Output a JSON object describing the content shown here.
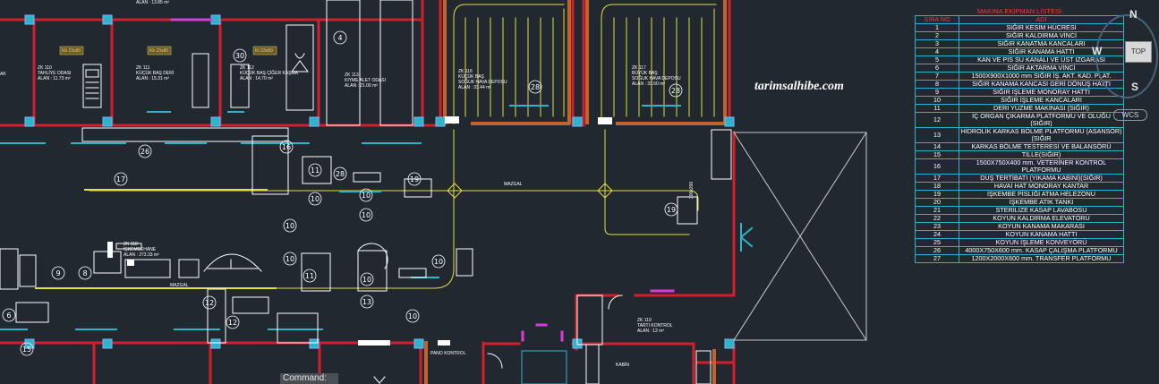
{
  "watermark": "tarimsalhibe.com",
  "command_line": {
    "label": "Command:"
  },
  "view_cube": {
    "north": "N",
    "west": "W",
    "south": "S",
    "top": "TOP",
    "ucs": "WCS"
  },
  "rooms": [
    {
      "id": "zk110",
      "lines": [
        "ZK 110",
        "TAHLİYE ODASI",
        "ALAN : 11.73 m²"
      ]
    },
    {
      "id": "zk111",
      "lines": [
        "ZK 111",
        "KÜÇÜK BAŞ DERİ",
        "ALAN : 15.31 m²"
      ]
    },
    {
      "id": "zk112",
      "lines": [
        "ZK 112",
        "KÜÇÜK BAŞ ÇİĞER KAŞMA",
        "ALAN : 14.70 m²"
      ]
    },
    {
      "id": "zk113",
      "lines": [
        "ZK 113",
        "KIYME ALET ODASI",
        "ALAN : 21.00 m²"
      ]
    },
    {
      "id": "zk116",
      "lines": [
        "ZK 116",
        "KÜÇÜK BAŞ",
        "SOĞUK HAVA DEPOSU",
        "ALAN : 33.44 m²"
      ]
    },
    {
      "id": "zk117",
      "lines": [
        "ZK 117",
        "BÜYÜK BAŞ",
        "SOĞUK HAVA DEPOSU",
        "ALAN : 33.50 m²"
      ]
    },
    {
      "id": "zk118",
      "lines": [
        "ZK 118",
        "İŞKEMBEHANE",
        "ALAN : 273.33 m²"
      ]
    },
    {
      "id": "zk119",
      "lines": [
        "ZK 119",
        "TARTI KONTROL",
        "ALAN : 12 m²"
      ]
    }
  ],
  "labels": {
    "top_area": "ALAN : 13.85 m²",
    "ak": "AK",
    "mazgal_upper": "MAZGAL",
    "mazgal_lower": "MAZGAL",
    "pano": "PANO KONTROL",
    "kabin": "KABİN",
    "door_a": "Kb 23x80",
    "door_b": "Kb 23x80",
    "door_c": "Kt 23x80",
    "dim_right": "300x200"
  },
  "markers": [
    "17",
    "16",
    "26",
    "15",
    "28",
    "19",
    "10",
    "10",
    "10",
    "10",
    "28",
    "28",
    "19",
    "11",
    "9",
    "8",
    "10",
    "12",
    "11",
    "10",
    "10",
    "12",
    "13",
    "10",
    "4",
    "6",
    "30"
  ],
  "equipment_table": {
    "title": "MAKİNA EKİPMAN LİSTESİ",
    "col_no": "SIRA NO",
    "col_name": "ADI",
    "rows": [
      {
        "no": "1",
        "name": "SIĞIR KESİM HÜCRESİ"
      },
      {
        "no": "2",
        "name": "SIĞIR KALDIRMA VİNCİ"
      },
      {
        "no": "3",
        "name": "SIĞIR KANATMA KANCALARI"
      },
      {
        "no": "4",
        "name": "SIĞIR KANAMA HATTI"
      },
      {
        "no": "5",
        "name": "KAN VE PİS SU KANALI VE ÜST IZGARASI"
      },
      {
        "no": "6",
        "name": "SIĞIR AKTARMA VİNCİ"
      },
      {
        "no": "7",
        "name": "1500X900X1000 mm SIĞIR İŞ. AKT. KAD. PLAT."
      },
      {
        "no": "8",
        "name": "SIĞIR KANAMA KANCASI GERİ DÖNÜŞ HATTI"
      },
      {
        "no": "9",
        "name": "SIĞIR İŞLEME MONORAY HATTI"
      },
      {
        "no": "10",
        "name": "SIĞIR İŞLEME KANCALARI"
      },
      {
        "no": "11",
        "name": "DERİ YÜZME MAKİNASI (SIĞIR)"
      },
      {
        "no": "12",
        "name": "İÇ ORGAN ÇIKARMA PLATFORMU VE OLUĞU (SIĞIR)"
      },
      {
        "no": "13",
        "name": "HİDROLİK KARKAS BÖLME PLATFORMU (ASANSÖR) (SIĞIR"
      },
      {
        "no": "14",
        "name": "KARKAS BÖLME TESTERESİ VE BALANSÖRÜ"
      },
      {
        "no": "15",
        "name": "TİLLE(SIĞIR)"
      },
      {
        "no": "16",
        "name": "1500X750X400 mm. VETERİNER KONTROL PLATFORMU"
      },
      {
        "no": "17",
        "name": "DUŞ TERTİBATI (YIKAMA KABİNİ)(SIĞIR)"
      },
      {
        "no": "18",
        "name": "HAVAİ HAT MONORAY KANTAR"
      },
      {
        "no": "19",
        "name": "İŞKEMBE PİSLİĞİ ATMA HELEZONU"
      },
      {
        "no": "20",
        "name": "İŞKEMBE ATIK TANKI"
      },
      {
        "no": "21",
        "name": "STERİLİZE KASAP LAVABOSU"
      },
      {
        "no": "22",
        "name": "KOYUN KALDIRMA ELEVATÖRÜ"
      },
      {
        "no": "23",
        "name": "KOYUN KANAMA MAKARASI"
      },
      {
        "no": "24",
        "name": "KOYUN KANAMA HATTI"
      },
      {
        "no": "25",
        "name": "KOYUN İŞLEME KONVEYÖRÜ"
      },
      {
        "no": "26",
        "name": "4000X750X600 mm. KASAP ÇALIŞMA PLATFORMU"
      },
      {
        "no": "27",
        "name": "1200X2000X600 mm. TRANSFER PLATFORMU"
      }
    ]
  },
  "colors": {
    "background": "#212830",
    "wall": "#d0202e",
    "dimension": "#2fb3c9",
    "rail": "#e3e03a",
    "partition": "#c4622c",
    "equipment": "#ffffff",
    "door": "#d63cd6"
  }
}
